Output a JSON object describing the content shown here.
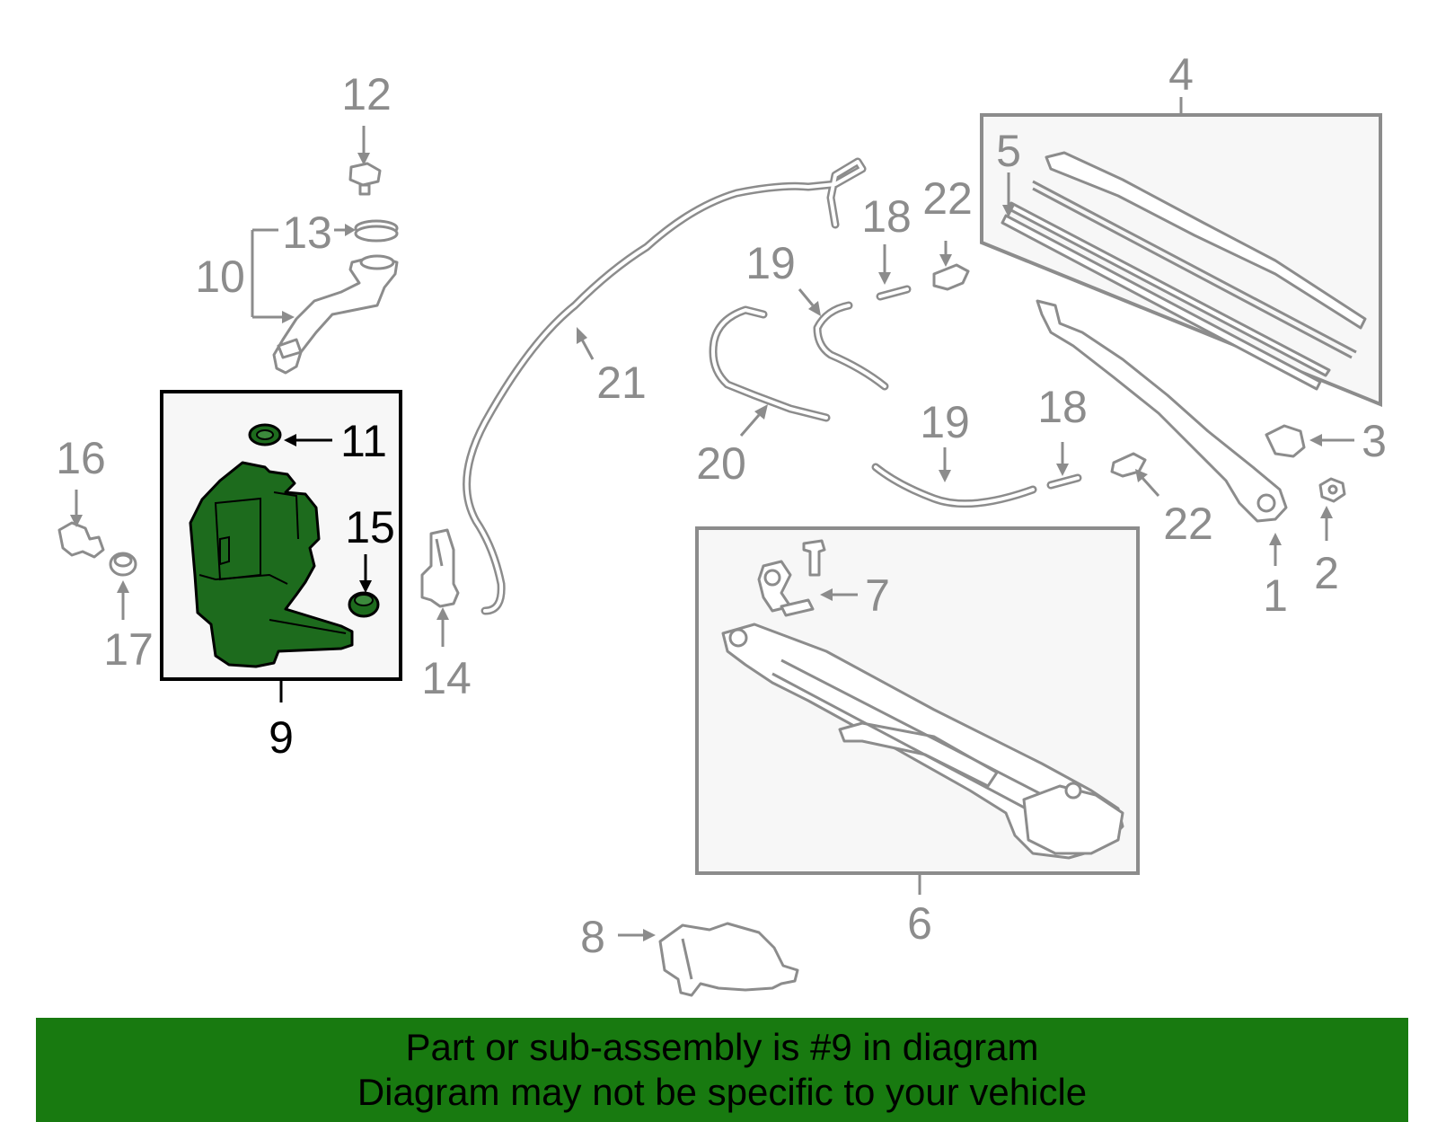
{
  "callouts": {
    "c1": "1",
    "c2": "2",
    "c3": "3",
    "c4": "4",
    "c5": "5",
    "c6": "6",
    "c7": "7",
    "c8": "8",
    "c9": "9",
    "c10": "10",
    "c11": "11",
    "c12": "12",
    "c13": "13",
    "c14": "14",
    "c15": "15",
    "c16": "16",
    "c17": "17",
    "c18a": "18",
    "c18b": "18",
    "c19a": "19",
    "c19b": "19",
    "c20": "20",
    "c21": "21",
    "c22a": "22",
    "c22b": "22"
  },
  "highlight": {
    "part_number": "9",
    "color": "#1d6b1d"
  },
  "banner": {
    "line1": "Part or sub-assembly is #9 in diagram",
    "line2": "Diagram may not be specific to your vehicle",
    "background": "#187a10"
  }
}
